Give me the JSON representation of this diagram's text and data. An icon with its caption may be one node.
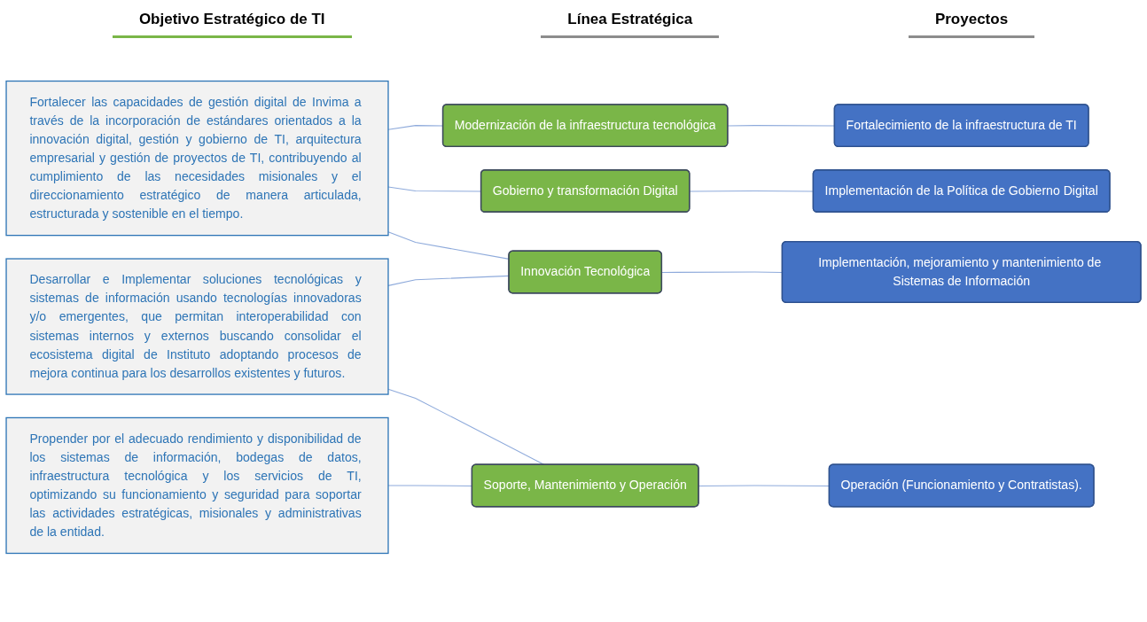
{
  "diagram": {
    "nodes": [
      {
        "text": [
          "Fortalecer las capacidades de gestión digital de Invima a través de la incorporación de estándares orientados a la innovación digital, gestión y gobierno de TI, arquitectura empresarial y gestión de proyectos de TI, contribuyendo al cumplimiento de las necesidades misionales y el direccionamiento estratégico de manera articulada, estructurada y sostenible en el tiempo."
        ]
      },
      {
        "text": [
          "Desarrollar e Implementar soluciones tecnológicas y sistemas de información usando tecnologías innovadoras y/o emergentes, que permitan interoperabilidad con sistemas internos y externos buscando consolidar el ecosistema digital de Instituto adoptando procesos de mejora continua para los desarrollos existentes y futuros."
        ]
      },
      {
        "text": [
          "Propender por el adecuado rendimiento y disponibilidad de los sistemas de información, bodegas de datos, infraestructura tecnológica y los servicios de TI, optimizando su funcionamiento y seguridad para soportar las actividades estratégicas, misionales y administrativas de la entidad."
        ]
      },
      {
        "text": [
          "Modernización de la infraestructura tecnológica"
        ]
      },
      {
        "text": [
          "Gobierno y transformación Digital"
        ]
      },
      {
        "text": [
          "Innovación Tecnológica"
        ]
      },
      {
        "text": [
          "Soporte, Mantenimiento y Operación"
        ]
      },
      {
        "text": [
          "Fortalecimiento de la infraestructura de TI"
        ]
      },
      {
        "text": [
          "Implementación de la Política de Gobierno Digital"
        ]
      },
      {
        "text": [
          "Implementación, mejoramiento y mantenimiento de Sistemas de Información"
        ]
      },
      {
        "text": [
          "Operación (Funcionamiento y Contratistas)."
        ]
      }
    ],
    "edges": [
      {
        "from": 0,
        "to": 3,
        "arrow": "none"
      },
      {
        "from": 0,
        "to": 4,
        "arrow": "none"
      },
      {
        "from": 0,
        "to": 5,
        "arrow": "none"
      },
      {
        "from": 1,
        "to": 5,
        "arrow": "none"
      },
      {
        "from": 1,
        "to": 6,
        "arrow": "none"
      },
      {
        "from": 2,
        "to": 6,
        "arrow": "none"
      },
      {
        "from": 3,
        "to": 7,
        "arrow": "none"
      },
      {
        "from": 4,
        "to": 8,
        "arrow": "none"
      },
      {
        "from": 5,
        "to": 9,
        "arrow": "none"
      },
      {
        "from": 6,
        "to": 10,
        "arrow": "none"
      }
    ],
    "labels": [
      "Objetivo Estratégico de TI",
      "Línea Estratégica",
      "Proyectos"
    ]
  }
}
